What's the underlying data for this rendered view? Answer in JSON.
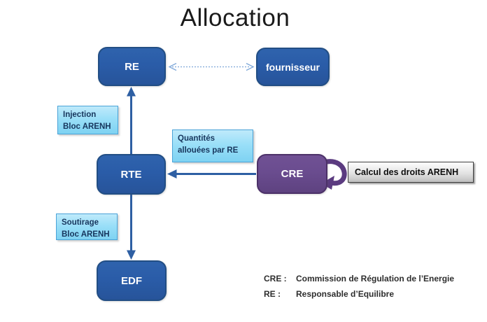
{
  "title": "Allocation",
  "nodes": {
    "re": {
      "label": "RE"
    },
    "fournisseur": {
      "label": "fournisseur"
    },
    "rte": {
      "label": "RTE"
    },
    "cre": {
      "label": "CRE"
    },
    "edf": {
      "label": "EDF"
    }
  },
  "notes": {
    "injection": {
      "line1": "Injection",
      "line2": "Bloc ARENH"
    },
    "quantites": {
      "line1": "Quantités",
      "line2": "allouées par RE"
    },
    "soutirage": {
      "line1": "Soutirage",
      "line2": "Bloc ARENH"
    },
    "calcul": {
      "label": "Calcul des droits ARENH"
    }
  },
  "legend": {
    "items": [
      {
        "abbr": "CRE :",
        "text": "Commission de Régulation de l’Energie"
      },
      {
        "abbr": "RE :",
        "text": "Responsable d’Equilibre"
      }
    ]
  },
  "edges": [
    {
      "from": "rte",
      "to": "re",
      "style": "solid-arrow"
    },
    {
      "from": "rte",
      "to": "edf",
      "style": "solid-arrow"
    },
    {
      "from": "cre",
      "to": "rte",
      "style": "solid-arrow"
    },
    {
      "from": "re",
      "to": "fournisseur",
      "style": "dotted-double-arrow"
    },
    {
      "from": "cre",
      "to": "cre",
      "style": "self-loop"
    }
  ],
  "colors": {
    "node_blue": "#2a5ca8",
    "node_blue_border": "#224e84",
    "node_purple": "#6a4c8f",
    "node_purple_border": "#4c3168",
    "note_blue_top": "#bfeafb",
    "note_blue_bottom": "#7ed2f2",
    "note_border": "#4aa3d8",
    "note_text": "#17365d",
    "arrow_blue": "#2e5fa3",
    "dotted_arrow_blue": "#7fa8d9",
    "self_loop_purple": "#5b3b80",
    "gray_box_border": "#3f3f3f",
    "title_color": "#1a1a1a"
  }
}
